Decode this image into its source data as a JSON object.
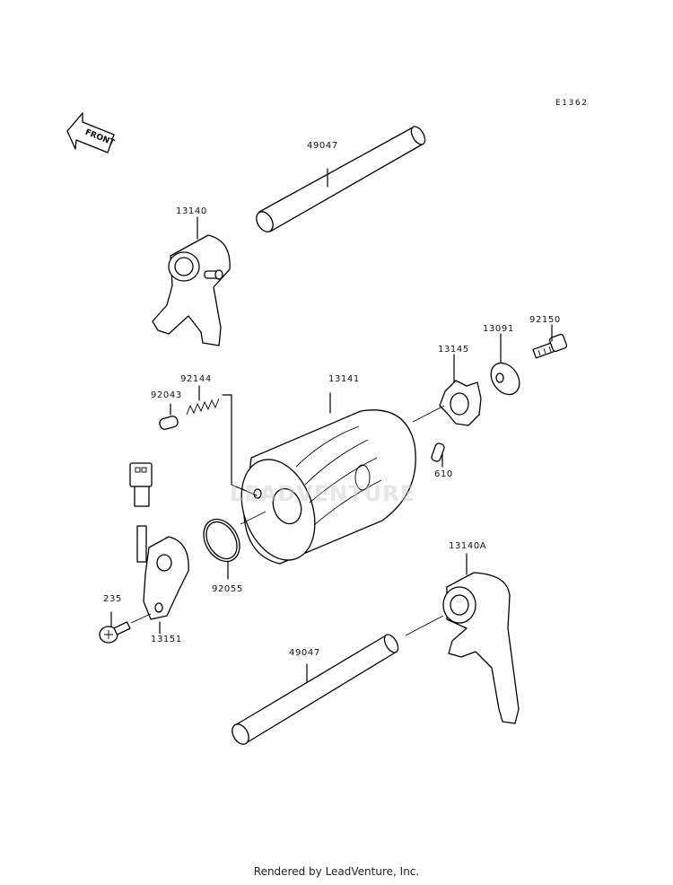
{
  "diagram": {
    "code": "E1362",
    "front_label": "FRONT",
    "watermark": "LEADVENTURE",
    "footer": "Rendered by LeadVenture, Inc.",
    "parts": {
      "shaft_upper": "49047",
      "fork_upper": "13140",
      "set_screw": "92150",
      "washer": "13091",
      "cam_plate": "13145",
      "drum": "13141",
      "spring": "92144",
      "pin": "92043",
      "dowel_pin": "610",
      "o_ring": "92055",
      "screw": "235",
      "switch": "13151",
      "fork_lower": "13140A",
      "shaft_lower": "49047"
    }
  }
}
